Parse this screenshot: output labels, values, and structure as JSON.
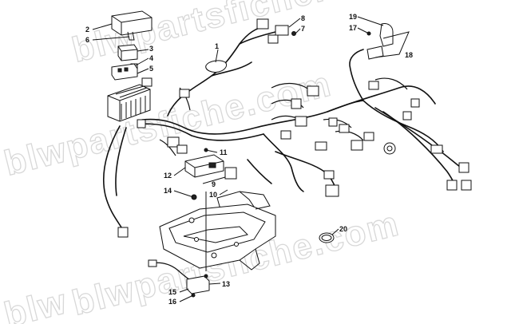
{
  "watermark": {
    "lines": [
      "blwpartsfiche.com",
      "blwpartsfiche.com",
      "blwpartsfiche.com",
      "blw"
    ]
  },
  "callouts": [
    {
      "id": "c1",
      "label": "1"
    },
    {
      "id": "c2",
      "label": "2"
    },
    {
      "id": "c3",
      "label": "3"
    },
    {
      "id": "c4",
      "label": "4"
    },
    {
      "id": "c5",
      "label": "5"
    },
    {
      "id": "c6",
      "label": "6"
    },
    {
      "id": "c7",
      "label": "7"
    },
    {
      "id": "c8",
      "label": "8"
    },
    {
      "id": "c9",
      "label": "9"
    },
    {
      "id": "c10",
      "label": "10"
    },
    {
      "id": "c11",
      "label": "11"
    },
    {
      "id": "c12",
      "label": "12"
    },
    {
      "id": "c13",
      "label": "13"
    },
    {
      "id": "c14",
      "label": "14"
    },
    {
      "id": "c15",
      "label": "15"
    },
    {
      "id": "c16",
      "label": "16"
    },
    {
      "id": "c17",
      "label": "17"
    },
    {
      "id": "c18",
      "label": "18"
    },
    {
      "id": "c19",
      "label": "19"
    },
    {
      "id": "c20",
      "label": "20"
    }
  ]
}
